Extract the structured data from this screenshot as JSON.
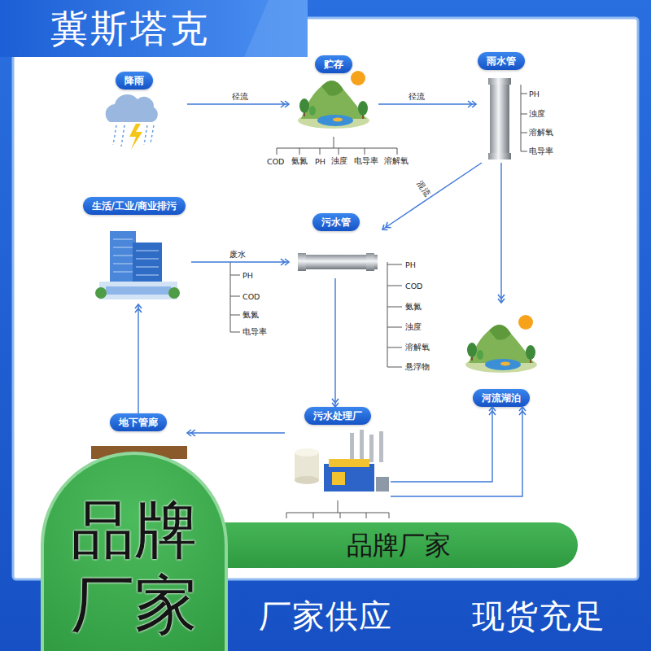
{
  "diagram": {
    "title": "冀斯塔克",
    "nodes": [
      {
        "text": [
          "降雨"
        ]
      },
      {
        "text": [
          "贮存"
        ]
      },
      {
        "text": [
          "雨水管"
        ]
      },
      {
        "text": [
          "生活/工业/商业排污"
        ]
      },
      {
        "text": [
          "污水管"
        ]
      },
      {
        "text": [
          "河流湖泊"
        ]
      },
      {
        "text": [
          "地下管廊"
        ]
      },
      {
        "text": [
          "污水处理厂"
        ]
      },
      {
        "text": [
          "品牌 厂家"
        ]
      },
      {
        "text": [
          "品牌厂家"
        ]
      }
    ],
    "edges": [
      {
        "from": 0,
        "to": 1,
        "label": "径流",
        "arrow": "to"
      },
      {
        "from": 1,
        "to": 2,
        "label": "径流",
        "arrow": "to"
      },
      {
        "from": 2,
        "to": 4,
        "label": "混流",
        "arrow": "to"
      },
      {
        "from": 2,
        "to": 5,
        "arrow": "to"
      },
      {
        "from": 3,
        "to": 4,
        "label": "废水",
        "arrow": "to"
      },
      {
        "from": 4,
        "to": 7,
        "arrow": "to"
      },
      {
        "from": 7,
        "to": 6,
        "arrow": "to"
      },
      {
        "from": 6,
        "to": 3,
        "arrow": "to"
      },
      {
        "from": 7,
        "to": 5,
        "arrow": "to"
      },
      {
        "from": 7,
        "to": 5,
        "arrow": "to"
      }
    ],
    "labels": [
      "COD",
      "氨氮",
      "PH",
      "浊度",
      "电导率",
      "溶解氧",
      "PH",
      "浊度",
      "溶解氧",
      "电导率",
      "PH",
      "COD",
      "氨氮",
      "电导率",
      "PH",
      "COD",
      "氨氮",
      "浊度",
      "溶解氧",
      "悬浮物",
      "厂家供应",
      "现货充足"
    ]
  }
}
